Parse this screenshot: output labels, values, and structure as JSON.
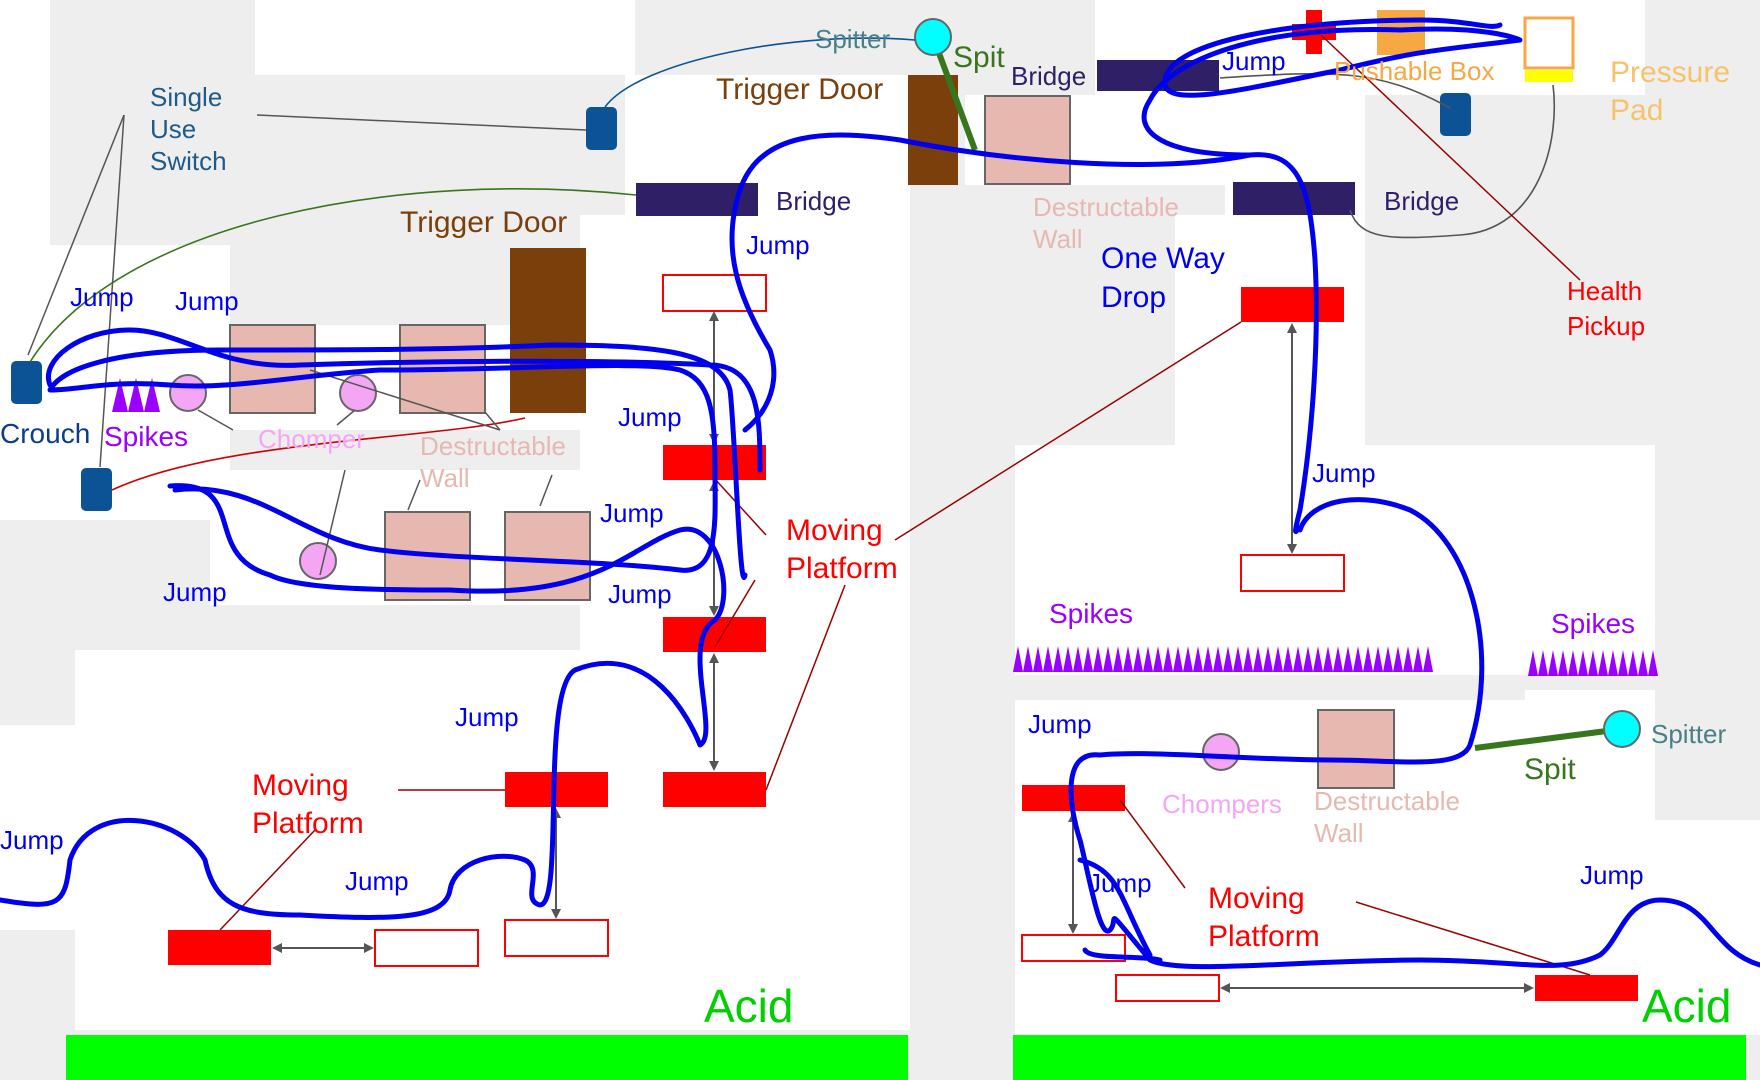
{
  "colors": {
    "background_gray": "#eeeeee",
    "player_path": "#0000ee",
    "moving_platform": "#ff0000",
    "bridge": "#2e1f66",
    "trigger_door": "#7a3f0a",
    "destructable_wall": "#e6b8af",
    "chomper": "#f4a6f4",
    "spikes": "#9900ff",
    "switch": "#0b5394",
    "spitter": "#00ffff",
    "spit": "#38761d",
    "pushable_box": "#f6a842",
    "pressure_pad": "#ffff00",
    "health_pickup": "#ff0000",
    "acid": "#00ff00"
  },
  "labels": {
    "single_use_switch": [
      "Single",
      "Use",
      "Switch"
    ],
    "crouch": "Crouch",
    "spikes": "Spikes",
    "chomper": "Chomper",
    "chompers": "Chompers",
    "destructable_wall": [
      "Destructable",
      "Wall"
    ],
    "trigger_door": "Trigger Door",
    "bridge": "Bridge",
    "spitter": "Spitter",
    "spit": "Spit",
    "jump": "Jump",
    "moving_platform": [
      "Moving",
      "Platform"
    ],
    "one_way_drop": [
      "One Way",
      "Drop"
    ],
    "pushable_box": "Pushable Box",
    "pressure_pad": [
      "Pressure",
      "Pad"
    ],
    "health_pickup": [
      "Health",
      "Pickup"
    ],
    "acid": "Acid"
  }
}
